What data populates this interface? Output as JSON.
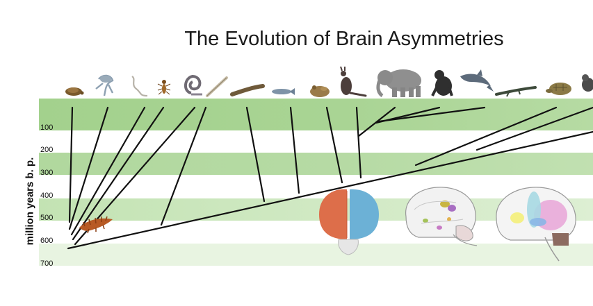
{
  "title": "The Evolution of Brain Asymmetries",
  "y_axis_label": "million years b. p.",
  "time_ticks": [
    "100",
    "200",
    "300",
    "400",
    "500",
    "600",
    "700"
  ],
  "animals": [
    {
      "icon": "turtle-icon"
    },
    {
      "icon": "sea-squirt-icon"
    },
    {
      "icon": "nematode-icon"
    },
    {
      "icon": "insect-icon"
    },
    {
      "icon": "snail-icon"
    },
    {
      "icon": "lancelet-icon"
    },
    {
      "icon": "lamprey-icon"
    },
    {
      "icon": "fish-icon"
    },
    {
      "icon": "toad-icon"
    },
    {
      "icon": "kangaroo-icon"
    },
    {
      "icon": "elephant-icon"
    },
    {
      "icon": "chimpanzee-icon"
    },
    {
      "icon": "dolphin-icon"
    },
    {
      "icon": "lizard-icon"
    },
    {
      "icon": "tortoise-icon"
    },
    {
      "icon": "bird-icon"
    }
  ],
  "brain_illustrations": [
    {
      "icon": "brain-hemispheres-icon"
    },
    {
      "icon": "brain-regions-icon"
    },
    {
      "icon": "brain-lateral-icon"
    }
  ],
  "fossil": {
    "icon": "fossil-icon"
  },
  "colors": {
    "band_dark": "#a3d18d",
    "band_light": "#d3ebc7",
    "branch": "#111111",
    "left_hemisphere": "#dd6e4a",
    "right_hemisphere": "#6cb1d6"
  }
}
